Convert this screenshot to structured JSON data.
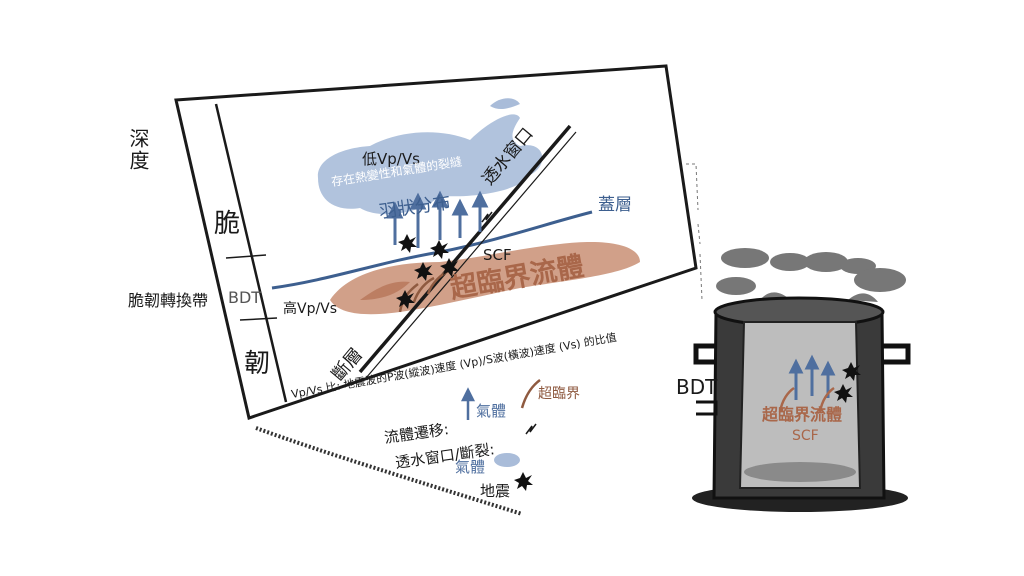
{
  "colors": {
    "ink": "#1a1a1a",
    "gas_blue": "#5b7fae",
    "cloud_blue": "#a9bcd9",
    "scf_brown": "#a9674a",
    "scf_fill": "#c98f74"
  },
  "panel": {
    "depth_label": "深度",
    "brittle_label": "脆",
    "bdt_short": "BDT",
    "ductile_label": "韌",
    "transition_label": "脆韌轉換帶",
    "cloud_title": "低Vp/Vs",
    "cloud_subtitle": "存在熱變性和氣體的裂縫",
    "plume_label": "羽狀分布",
    "window_label": "透水窗口",
    "cap_label": "蓋層",
    "scf_short": "SCF",
    "scf_label": "超臨界流體",
    "high_vpvs": "高Vp/Vs",
    "fault_label": "斷層"
  },
  "legend": {
    "vpvs_note": "Vp/Vs 比: 地震波的P波(縱波)速度 (Vp)/S波(橫波)速度 (Vs) 的比值",
    "migration_label": "流體遷移:",
    "gas_label": "氣體",
    "scf_label": "超臨界",
    "window_label": "透水窗口/斷裂:",
    "gas_cloud_label": "氣體",
    "earthquake_label": "地震"
  },
  "pot": {
    "bdt_label": "BDT",
    "scf_label": "超臨界流體",
    "scf_short": "SCF"
  }
}
